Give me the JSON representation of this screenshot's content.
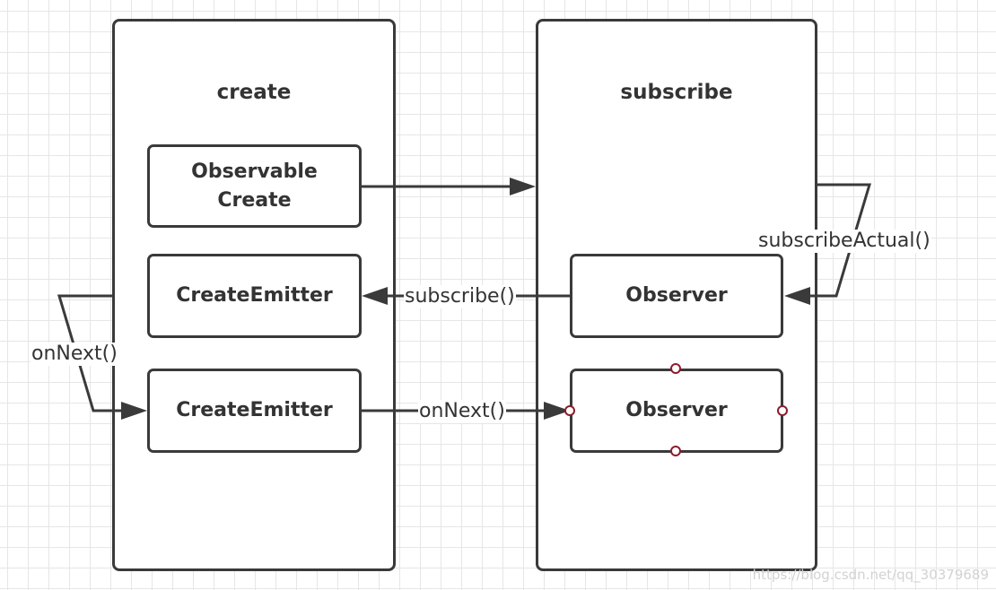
{
  "panels": {
    "create": {
      "title": "create"
    },
    "subscribe": {
      "title": "subscribe"
    }
  },
  "nodes": {
    "observable_create": "Observable\nCreate",
    "create_emitter_1": "CreateEmitter",
    "create_emitter_2": "CreateEmitter",
    "observer_1": "Observer",
    "observer_2": "Observer"
  },
  "edges": {
    "subscribe_actual": "subscribeActual()",
    "subscribe": "subscribe()",
    "on_next_loop": "onNext()",
    "on_next": "onNext()"
  },
  "colors": {
    "stroke": "#3a3a3a",
    "text": "#333333",
    "grid": "#e6e6e6",
    "handle": "#8b1c2c"
  },
  "watermark": "https://blog.csdn.net/qq_30379689"
}
